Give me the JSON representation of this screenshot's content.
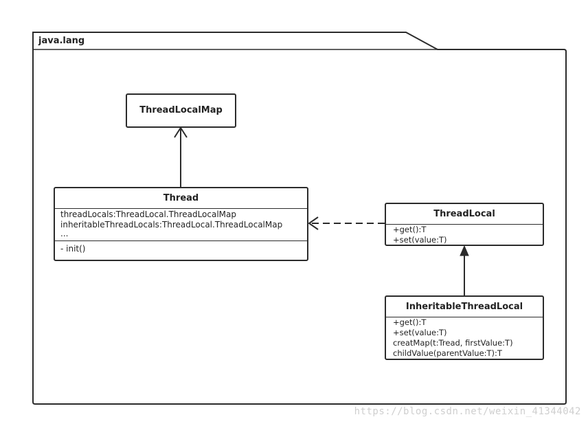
{
  "package": {
    "name": "java.lang"
  },
  "classes": {
    "threadlocalmap": {
      "name": "ThreadLocalMap"
    },
    "thread": {
      "name": "Thread",
      "attributes": [
        "threadLocals:ThreadLocal.ThreadLocalMap",
        "inheritableThreadLocals:ThreadLocal.ThreadLocalMap",
        "..."
      ],
      "operations": [
        "- init()"
      ]
    },
    "threadlocal": {
      "name": "ThreadLocal",
      "operations": [
        "+get():T",
        "+set(value:T)"
      ]
    },
    "inheritablethreadlocal": {
      "name": "InheritableThreadLocal",
      "operations": [
        "+get():T",
        "+set(value:T)",
        "creatMap(t:Tread, firstValue:T)",
        "childValue(parentValue:T):T"
      ]
    }
  },
  "watermark": "https://blog.csdn.net/weixin_41344042"
}
